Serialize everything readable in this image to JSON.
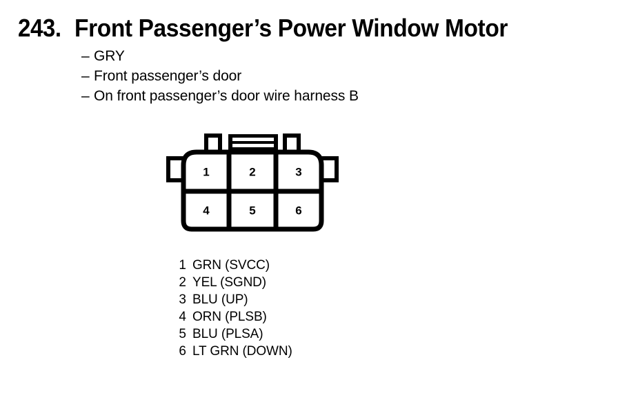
{
  "header": {
    "item_number": "243.",
    "title": "Front Passenger’s Power Window Motor"
  },
  "details": {
    "dash": "–",
    "lines": [
      "GRY",
      "Front passenger’s door",
      "On front passenger’s door wire harness B"
    ]
  },
  "connector": {
    "shape": "6-way rectangular connector, 3 columns x 2 rows, rounded corners, side latch tabs and center locking tab",
    "rows": [
      [
        "1",
        "2",
        "3"
      ],
      [
        "4",
        "5",
        "6"
      ]
    ],
    "line_color": "#000000",
    "fill_color": "#ffffff"
  },
  "pin_legend": [
    {
      "pin": "1",
      "label": "GRN (SVCC)"
    },
    {
      "pin": "2",
      "label": "YEL (SGND)"
    },
    {
      "pin": "3",
      "label": "BLU (UP)"
    },
    {
      "pin": "4",
      "label": "ORN (PLSB)"
    },
    {
      "pin": "5",
      "label": "BLU (PLSA)"
    },
    {
      "pin": "6",
      "label": "LT GRN (DOWN)"
    }
  ]
}
